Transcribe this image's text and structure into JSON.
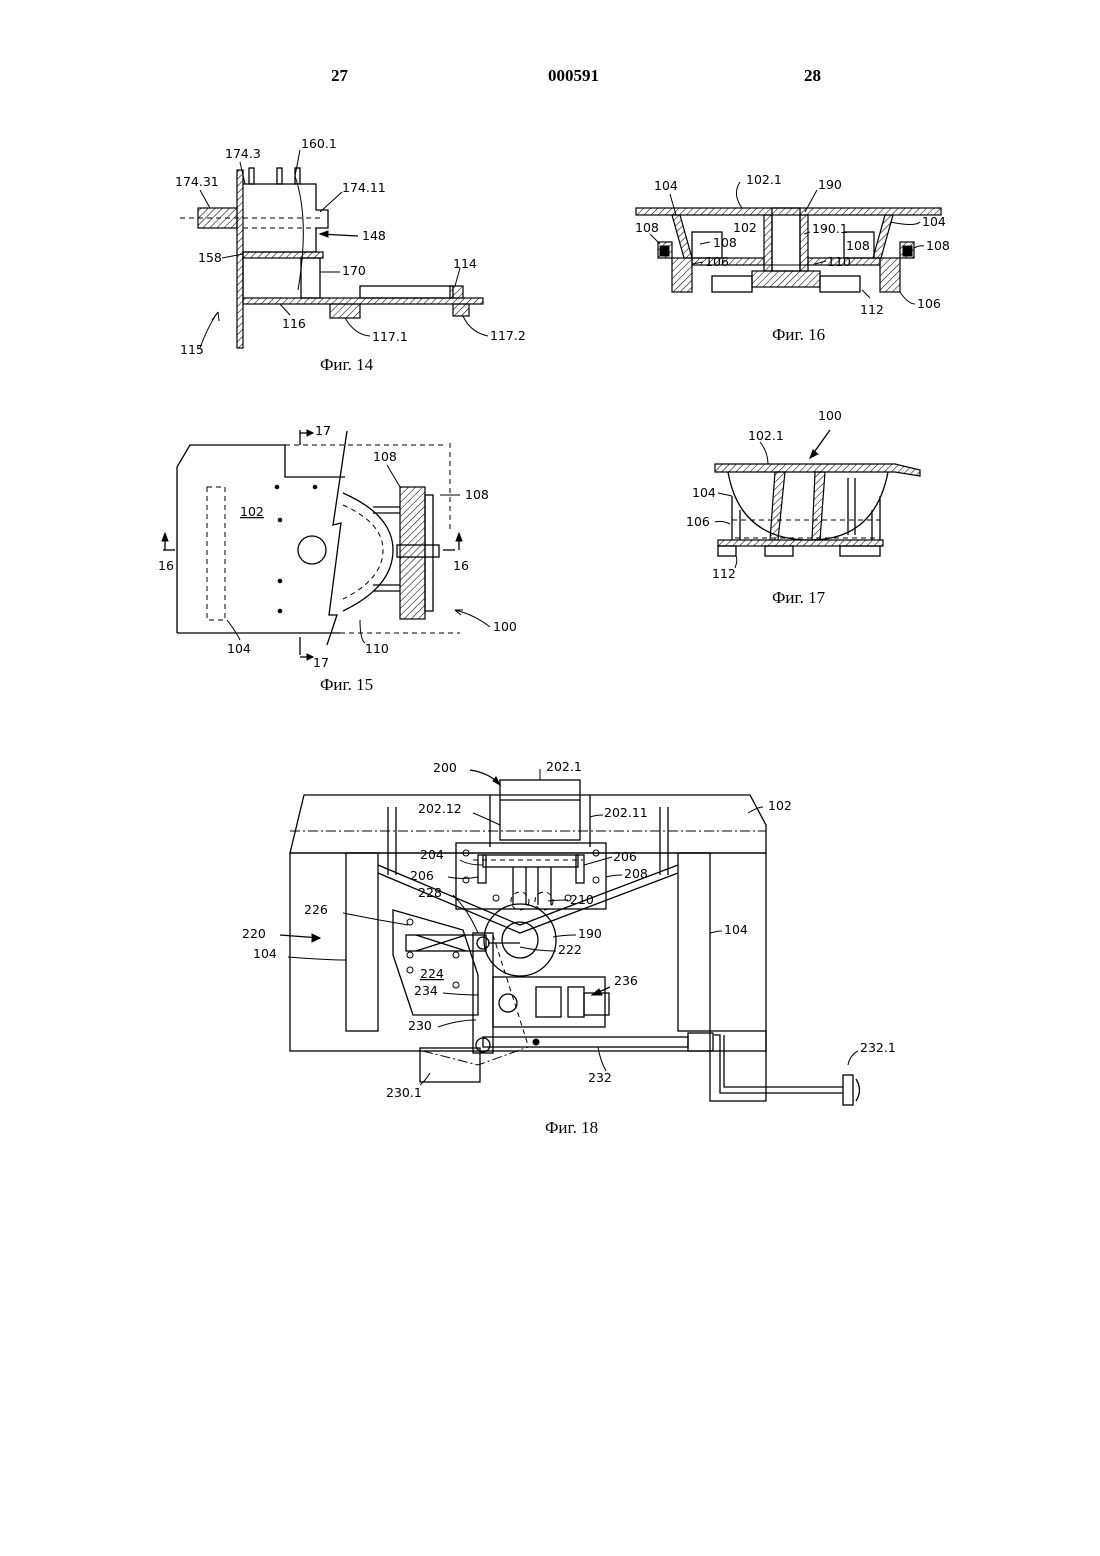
{
  "header": {
    "left_page": "27",
    "doc_number": "000591",
    "right_page": "28"
  },
  "figures": {
    "fig14": {
      "caption": "Фиг. 14",
      "labels": [
        "174.3",
        "160.1",
        "174.31",
        "174.11",
        "148",
        "158",
        "170",
        "114",
        "116",
        "115",
        "117.1",
        "117.2"
      ]
    },
    "fig15": {
      "caption": "Фиг. 15",
      "labels": [
        "17",
        "108",
        "108",
        "102",
        "16",
        "16",
        "104",
        "110",
        "100",
        "17"
      ]
    },
    "fig16": {
      "caption": "Фиг. 16",
      "labels": [
        "104",
        "102.1",
        "190",
        "104",
        "108",
        "102",
        "108",
        "190.1",
        "108",
        "108",
        "106",
        "110",
        "112",
        "106"
      ]
    },
    "fig17": {
      "caption": "Фиг. 17",
      "labels": [
        "100",
        "102.1",
        "104",
        "106",
        "112"
      ]
    },
    "fig18": {
      "caption": "Фиг. 18",
      "labels": [
        "200",
        "202.1",
        "102",
        "202.12",
        "202.11",
        "204",
        "206",
        "206",
        "208",
        "228",
        "210",
        "226",
        "220",
        "190",
        "104",
        "104",
        "222",
        "224",
        "236",
        "234",
        "230",
        "232.1",
        "232",
        "230.1"
      ]
    }
  }
}
